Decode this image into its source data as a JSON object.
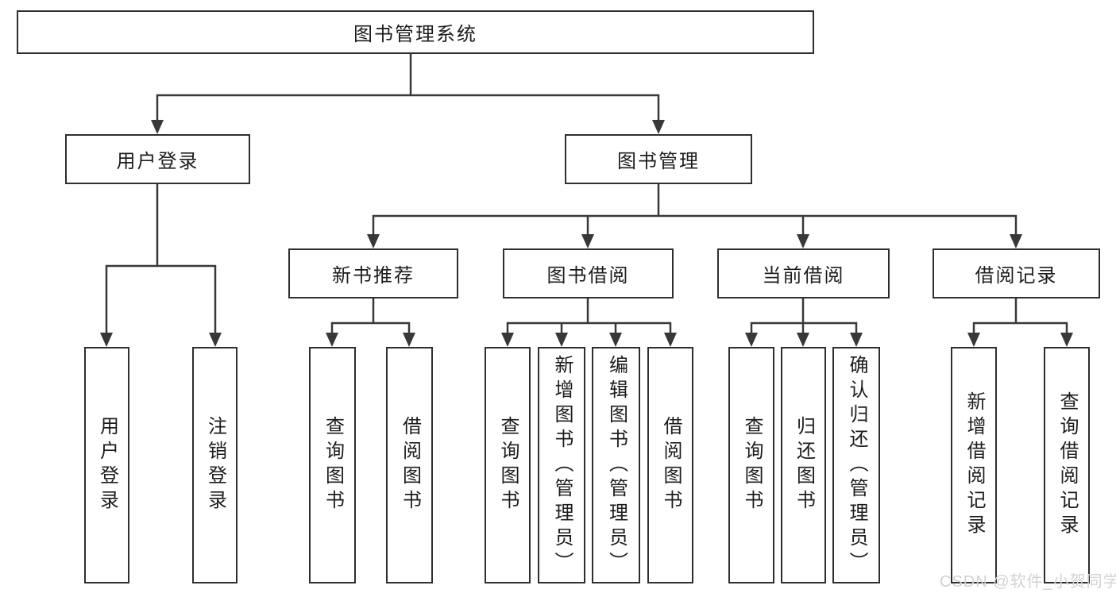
{
  "diagram": {
    "title": "图书管理系统",
    "nodes": {
      "root": "图书管理系统",
      "userLogin": "用户登录",
      "bookManagement": "图书管理",
      "newBookRecommend": "新书推荐",
      "bookBorrowing": "图书借阅",
      "currentBorrowing": "当前借阅",
      "borrowingRecords": "借阅记录",
      "leafUserLogin": "用户登录",
      "leafLogout": "注销登录",
      "recQueryBooks": "查询图书",
      "recBorrowBooks": "借阅图书",
      "bbQueryBooks": "查询图书",
      "bbAddBooks": "新增图书（管理员）",
      "bbEditBooks": "编辑图书（管理员）",
      "bbBorrowBooks": "借阅图书",
      "cbQueryBooks": "查询图书",
      "cbReturnBooks": "归还图书",
      "cbConfirmReturn": "确认归还（管理员）",
      "brAddRecord": "新增借阅记录",
      "brQueryRecord": "查询借阅记录"
    },
    "colors": {
      "line": "#383838",
      "boxBorder": "#2e2e2e",
      "text": "#1c1c1c",
      "background": "#ffffff",
      "watermark": "#d2d2d2"
    }
  },
  "watermark": {
    "text": "CSDN @软件_小贺同学"
  }
}
